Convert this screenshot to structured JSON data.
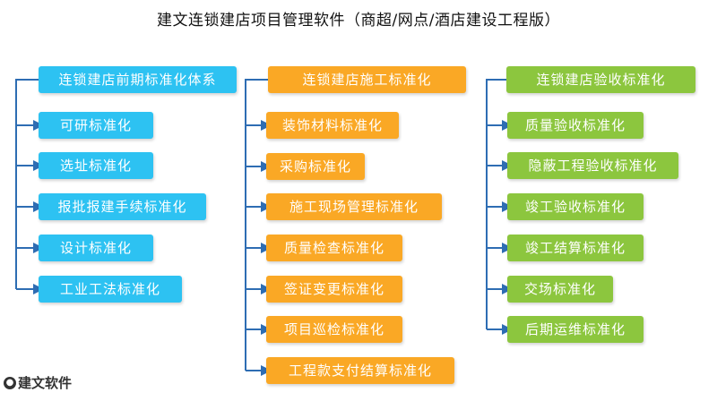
{
  "title": "建文连锁建店项目管理软件（商超/网点/酒店建设工程版）",
  "colors": {
    "blue": "#2DC2F2",
    "orange": "#FAA825",
    "green": "#8CC63E",
    "line": "#2E6DB3"
  },
  "col1": {
    "header": "连锁建店前期标准化体系",
    "items": [
      "可研标准化",
      "选址标准化",
      "报批报建手续标准化",
      "设计标准化",
      "工业工法标准化"
    ]
  },
  "col2": {
    "header": "连锁建店施工标准化",
    "items": [
      "装饰材料标准化",
      "采购标准化",
      "施工现场管理标准化",
      "质量检查标准化",
      "签证变更标准化",
      "项目巡检标准化",
      "工程款支付结算标准化"
    ]
  },
  "col3": {
    "header": "连锁建店验收标准化",
    "items": [
      "质量验收标准化",
      "隐蔽工程验收标准化",
      "竣工验收标准化",
      "竣工结算标准化",
      "交场标准化",
      "后期运维标准化"
    ]
  },
  "footer": {
    "logo": "建文软件"
  }
}
